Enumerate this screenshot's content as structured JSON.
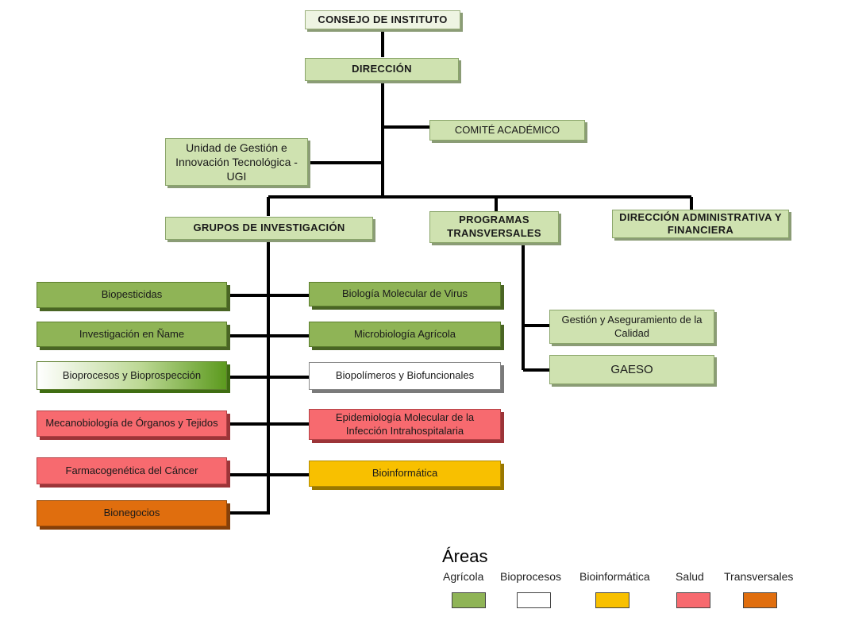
{
  "top": {
    "council": "CONSEJO DE INSTITUTO",
    "direction": "DIRECCIÓN",
    "academic_committee": "COMITÉ  ACADÉMICO",
    "ugi": "Unidad de Gestión e Innovación Tecnológica - UGI"
  },
  "branches": {
    "research_groups": "GRUPOS DE INVESTIGACIÓN",
    "transversal_programs": "PROGRAMAS TRANSVERSALES",
    "admin_direction": "DIRECCIÓN ADMINISTRATIVA  Y FINANCIERA"
  },
  "groups_left": [
    {
      "label": "Biopesticidas",
      "area": "agricola"
    },
    {
      "label": "Investigación en Ñame",
      "area": "agricola"
    },
    {
      "label": "Bioprocesos y Bioprospección",
      "area": "bioprocesos"
    },
    {
      "label": "Mecanobiología de Órganos y Tejidos",
      "area": "salud"
    },
    {
      "label": "Farmacogenética del Cáncer",
      "area": "salud"
    },
    {
      "label": "Bionegocios",
      "area": "transversales"
    }
  ],
  "groups_right": [
    {
      "label": "Biología Molecular de Virus",
      "area": "agricola"
    },
    {
      "label": "Microbiología Agrícola",
      "area": "agricola"
    },
    {
      "label": "Biopolímeros y Biofuncionales",
      "area": "bioprocesos"
    },
    {
      "label": "Epidemiología Molecular de la Infección Intrahospitalaria",
      "area": "salud"
    },
    {
      "label": "Bioinformática",
      "area": "bioinformatica"
    }
  ],
  "programs": [
    {
      "label": "Gestión y Aseguramiento de la Calidad"
    },
    {
      "label": "GAESO"
    }
  ],
  "legend": {
    "title": "Áreas",
    "items": [
      {
        "label": "Agrícola",
        "color": "#8fb456"
      },
      {
        "label": "Bioprocesos",
        "color": "#ffffff"
      },
      {
        "label": "Bioinformática",
        "color": "#f8c000"
      },
      {
        "label": "Salud",
        "color": "#f76a6f"
      },
      {
        "label": "Transversales",
        "color": "#e06e0e"
      }
    ]
  }
}
